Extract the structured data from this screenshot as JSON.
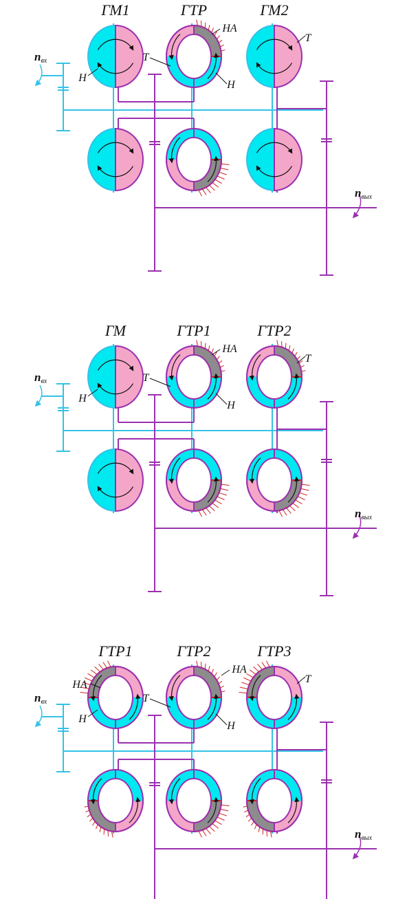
{
  "colors": {
    "pump": "#00e8f0",
    "turbine": "#f4a6c8",
    "reactor": "#8c8c8c",
    "input_shaft": "#33c2e6",
    "output_shaft": "#9b30b0",
    "reactor_edge": "#cc2222",
    "stroke": "#9b30b0"
  },
  "icons": {
    "rotation": "curved-rotation-arrow-icon",
    "ground": "hatched-ground-icon"
  },
  "labels": {
    "n_symbol": "n",
    "n_in_sub": "вх",
    "n_out_sub": "вых",
    "H": "H",
    "T": "T",
    "HA": "HA"
  },
  "schemes": [
    {
      "titles": [
        "ГМ1",
        "ГТР",
        "ГМ2"
      ],
      "types": [
        "coupling",
        "converter",
        "coupling"
      ]
    },
    {
      "titles": [
        "ГМ",
        "ГТР1",
        "ГТР2"
      ],
      "types": [
        "coupling",
        "converter",
        "converter"
      ]
    },
    {
      "titles": [
        "ГТР1",
        "ГТР2",
        "ГТР3"
      ],
      "types": [
        "converter",
        "converter",
        "converter"
      ]
    }
  ]
}
